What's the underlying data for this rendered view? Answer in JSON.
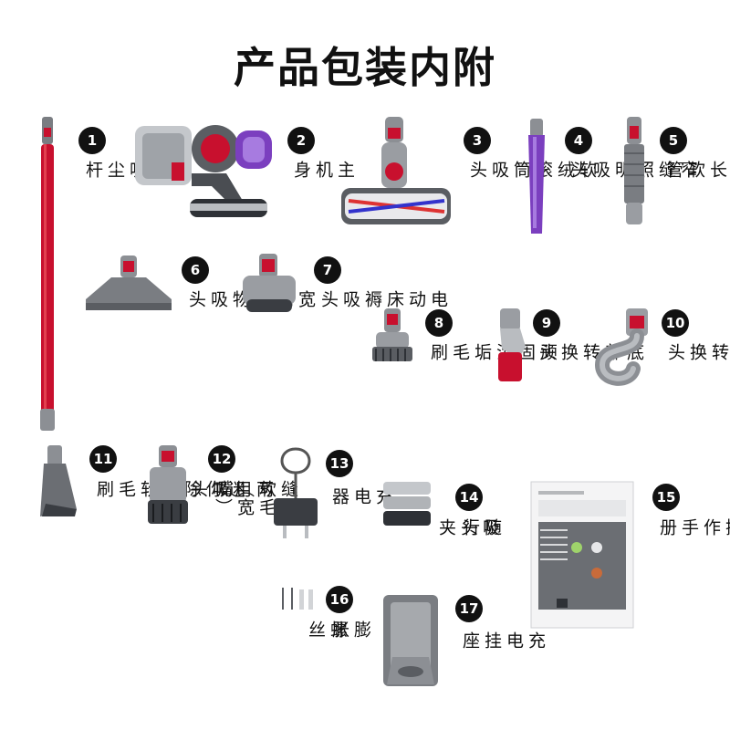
{
  "page": {
    "title": "产品包装内附"
  },
  "items": [
    {
      "number": "1",
      "label": "吸尘杆"
    },
    {
      "number": "2",
      "label": "主机身"
    },
    {
      "number": "3",
      "label": "软绒滚筒吸头"
    },
    {
      "number": "4",
      "label": "窄缝照明吸头"
    },
    {
      "number": "5",
      "label": "延长软管"
    },
    {
      "number": "6",
      "label": "宽嘴织物吸头"
    },
    {
      "number": "7",
      "label": "电动床褥吸头"
    },
    {
      "number": "8",
      "label": "顽固污垢毛刷"
    },
    {
      "number": "9",
      "label": "底部转换头"
    },
    {
      "number": "10",
      "label": "柜顶转换头"
    },
    {
      "number": "11",
      "label": "迷你除尘软毛刷"
    },
    {
      "number": "12",
      "label": "缝隙软毛（宽嘴）",
      "label2": "两用吸头"
    },
    {
      "number": "13",
      "label": "充电器"
    },
    {
      "number": "14",
      "label": "随行",
      "label2": "吸头夹"
    },
    {
      "number": "15",
      "label": "操作手册"
    },
    {
      "number": "16",
      "label": "膨胀",
      "label2": "螺丝"
    },
    {
      "number": "17",
      "label": "充电挂座"
    }
  ],
  "colors": {
    "red": "#c8102e",
    "gray": "#8c8f94",
    "dark": "#3a3d42",
    "purple": "#7b3fbf",
    "nickel": "#b9bcc0"
  }
}
